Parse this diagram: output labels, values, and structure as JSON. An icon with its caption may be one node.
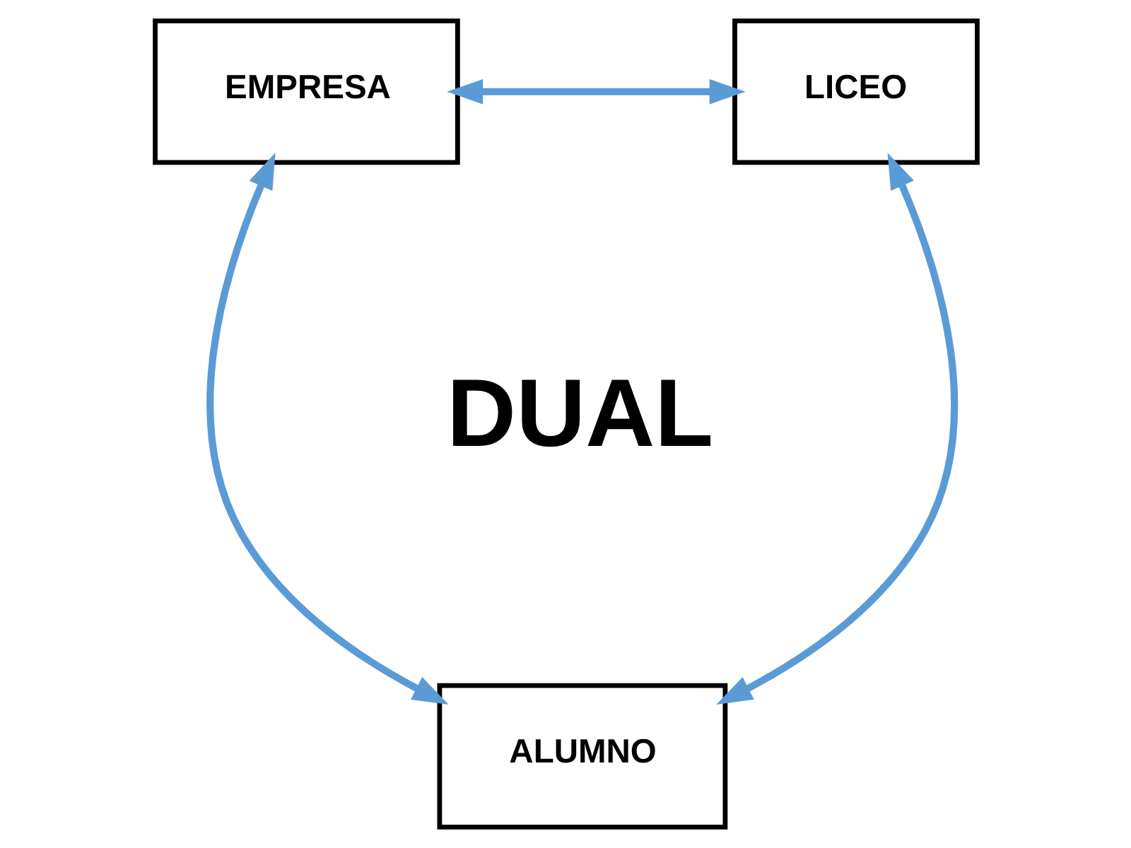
{
  "diagram": {
    "nodes": [
      {
        "text": [
          "EMPRESA"
        ]
      },
      {
        "text": [
          "LICEO"
        ]
      },
      {
        "text": [
          "ALUMNO"
        ]
      }
    ],
    "edges": [
      {
        "from": 0,
        "to": 1,
        "arrow": "both"
      },
      {
        "from": 0,
        "to": 2,
        "arrow": "both"
      },
      {
        "from": 1,
        "to": 2,
        "arrow": "both"
      }
    ],
    "labels": [
      "DUAL"
    ]
  }
}
